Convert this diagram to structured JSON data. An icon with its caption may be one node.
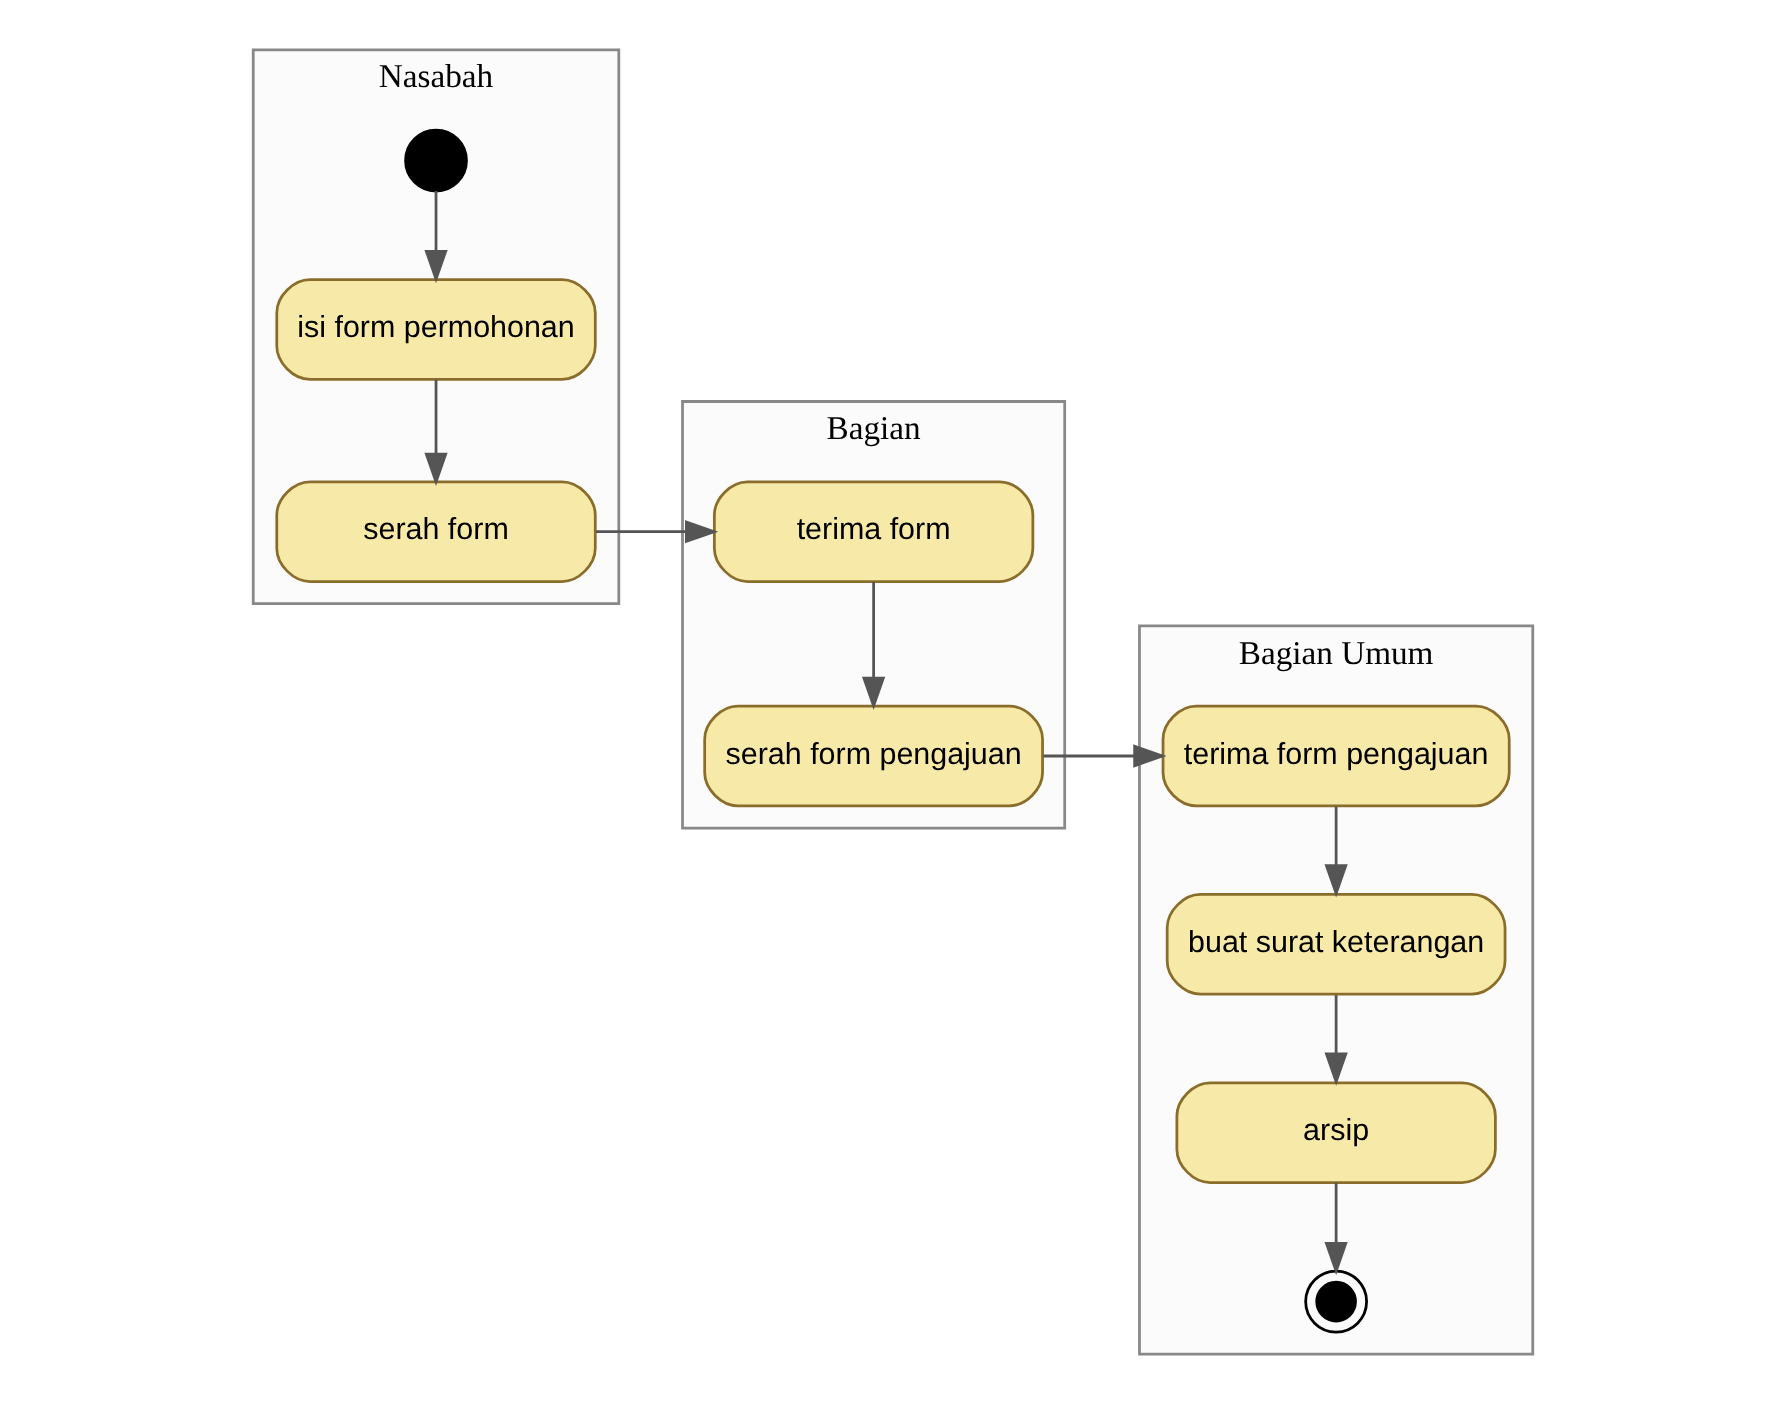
{
  "diagram": {
    "nodes": [
      {
        "text": [
          "Nasabah"
        ]
      },
      {
        "text": [
          "Bagian"
        ]
      },
      {
        "text": [
          "Bagian Umum"
        ]
      },
      {
        "text": [],
        "shape": "circle",
        "in": 0
      },
      {
        "text": [
          "isi form permohonan"
        ],
        "in": 0
      },
      {
        "text": [
          "serah form"
        ],
        "in": 0
      },
      {
        "text": [
          "terima form"
        ],
        "in": 1
      },
      {
        "text": [
          "serah form pengajuan"
        ],
        "in": 1
      },
      {
        "text": [
          "terima form pengajuan"
        ],
        "in": 2
      },
      {
        "text": [
          "buat surat keterangan"
        ],
        "in": 2
      },
      {
        "text": [
          "arsip"
        ],
        "in": 2
      },
      {
        "text": [],
        "shape": "circle",
        "in": 2
      }
    ],
    "edges": [
      {
        "from": 3,
        "to": 4,
        "arrow": "to"
      },
      {
        "from": 4,
        "to": 5,
        "arrow": "to"
      },
      {
        "from": 5,
        "to": 6,
        "arrow": "to"
      },
      {
        "from": 6,
        "to": 7,
        "arrow": "to"
      },
      {
        "from": 7,
        "to": 8,
        "arrow": "to"
      },
      {
        "from": 8,
        "to": 9,
        "arrow": "to"
      },
      {
        "from": 9,
        "to": 10,
        "arrow": "to"
      },
      {
        "from": 10,
        "to": 11,
        "arrow": "to"
      }
    ]
  }
}
